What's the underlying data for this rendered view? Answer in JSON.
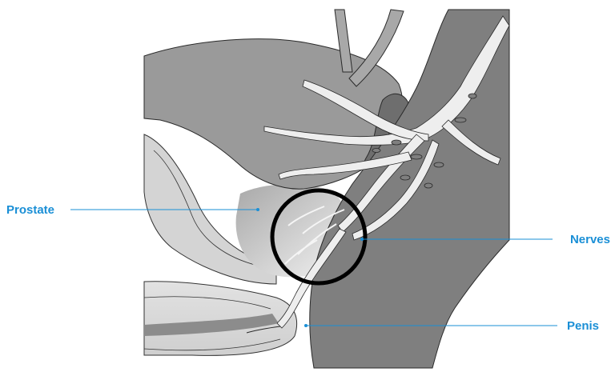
{
  "labels": {
    "prostate": "Prostate",
    "nerves": "Nerves",
    "penis": "Penis"
  },
  "colors": {
    "label_text": "#1a8fd6",
    "leader_line": "#1a8fd6",
    "tissue_dark": "#8a8a8a",
    "tissue_mid": "#a5a5a5",
    "tissue_light": "#d2d2d2",
    "nerve_fill": "#eeeeee",
    "outline": "#2a2a2a",
    "highlight_circle": "#000000"
  }
}
